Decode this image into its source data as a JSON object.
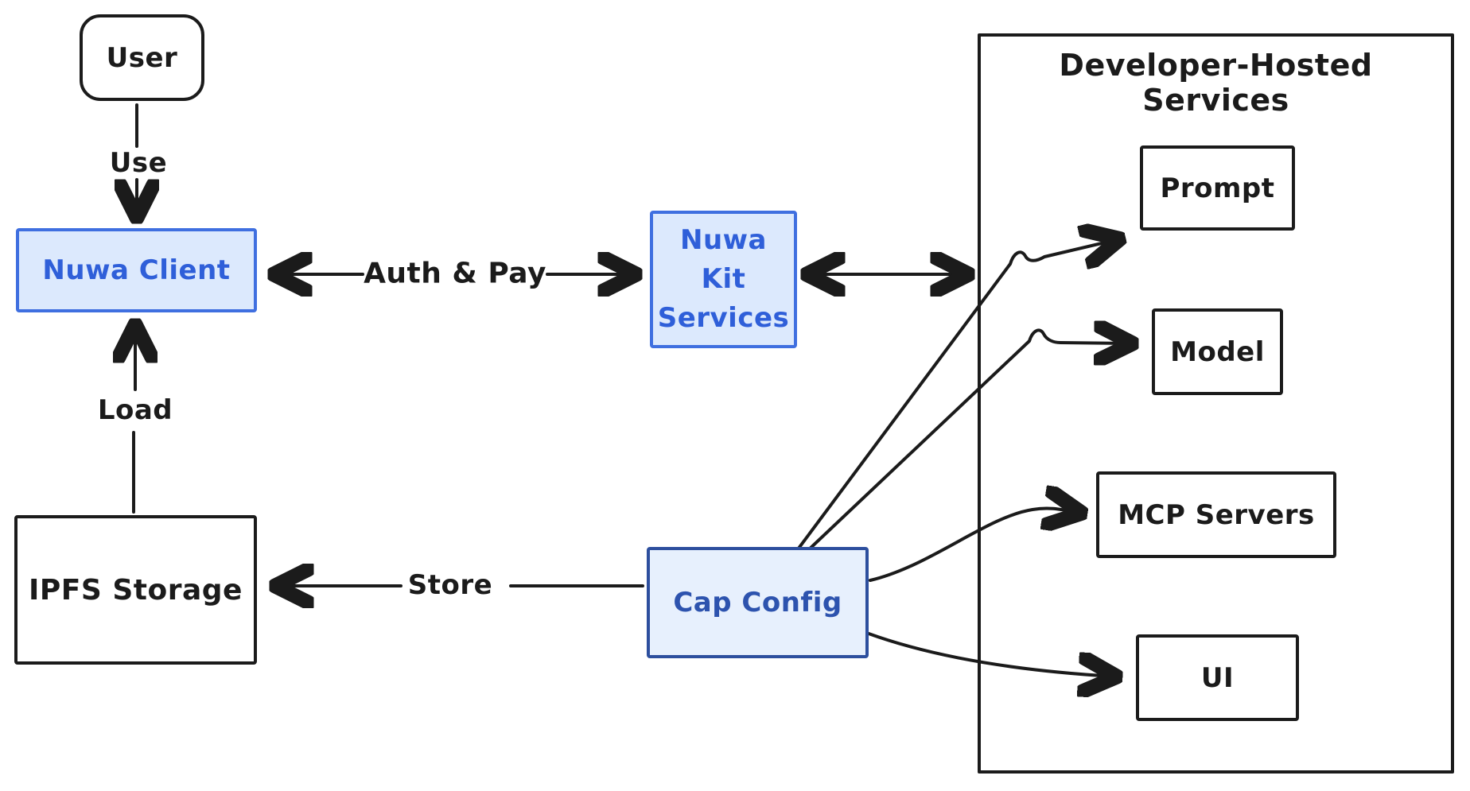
{
  "colors": {
    "ink": "#1b1b1b",
    "blue_node_fill": "#dce9fd",
    "blue_node_border": "#3f6fe0",
    "blue_node_text": "#2f5fd9",
    "navy_node_border": "#2d4f9e",
    "navy_node_text": "#2d53ae"
  },
  "nodes": {
    "user": {
      "label": "User"
    },
    "nuwa_client": {
      "label": "Nuwa Client"
    },
    "nuwa_kit_services": {
      "label": "Nuwa\nKit\nServices"
    },
    "ipfs_storage": {
      "label": "IPFS Storage"
    },
    "cap_config": {
      "label": "Cap Config"
    },
    "developer_hosted_services": {
      "label": "Developer-Hosted Services"
    },
    "prompt": {
      "label": "Prompt"
    },
    "model": {
      "label": "Model"
    },
    "mcp_servers": {
      "label": "MCP Servers"
    },
    "ui": {
      "label": "UI"
    }
  },
  "edges": {
    "use": {
      "label": "Use",
      "from": "User",
      "to": "Nuwa Client",
      "direction": "one-way"
    },
    "auth_pay": {
      "label": "Auth & Pay",
      "from": "Nuwa Client",
      "to": "Nuwa Kit Services",
      "direction": "two-way"
    },
    "kit_to_hosted": {
      "from": "Nuwa Kit Services",
      "to": "Developer-Hosted Services",
      "direction": "two-way"
    },
    "load": {
      "label": "Load",
      "from": "IPFS Storage",
      "to": "Nuwa Client",
      "direction": "one-way"
    },
    "store": {
      "label": "Store",
      "from": "Cap Config",
      "to": "IPFS Storage",
      "direction": "one-way"
    },
    "cap_to_prompt": {
      "from": "Cap Config",
      "to": "Prompt",
      "direction": "one-way"
    },
    "cap_to_model": {
      "from": "Cap Config",
      "to": "Model",
      "direction": "one-way"
    },
    "cap_to_mcp_servers": {
      "from": "Cap Config",
      "to": "MCP Servers",
      "direction": "one-way"
    },
    "cap_to_ui": {
      "from": "Cap Config",
      "to": "UI",
      "direction": "one-way"
    }
  }
}
